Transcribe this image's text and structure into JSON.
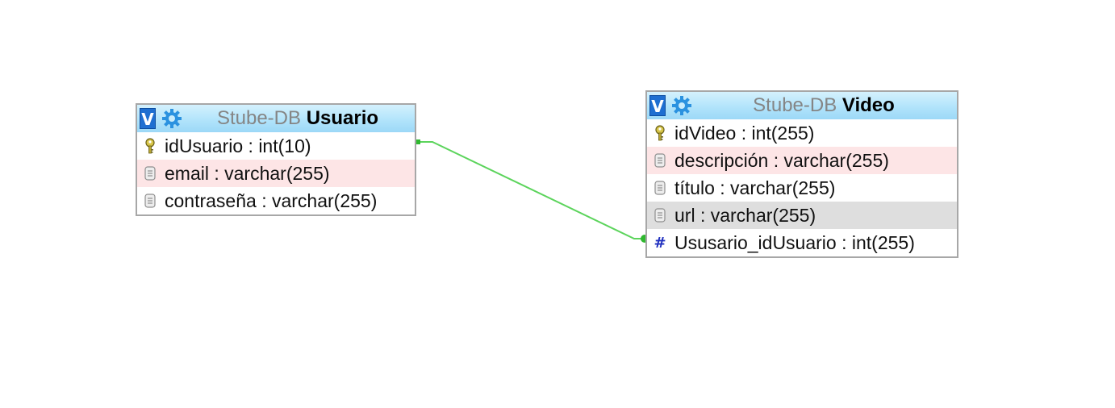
{
  "diagram": {
    "tables": [
      {
        "id": "usuario",
        "schema": "Stube-DB",
        "name": "Usuario",
        "toggle_label": "V",
        "columns": [
          {
            "text": "idUsuario : int(10)",
            "icon": "key-icon",
            "highlight": "none"
          },
          {
            "text": "email : varchar(255)",
            "icon": "column-icon",
            "highlight": "pink"
          },
          {
            "text": "contraseña : varchar(255)",
            "icon": "column-icon",
            "highlight": "none"
          }
        ]
      },
      {
        "id": "video",
        "schema": "Stube-DB",
        "name": "Video",
        "toggle_label": "V",
        "columns": [
          {
            "text": "idVideo : int(255)",
            "icon": "key-icon",
            "highlight": "none"
          },
          {
            "text": "descripción : varchar(255)",
            "icon": "column-icon",
            "highlight": "pink"
          },
          {
            "text": "título : varchar(255)",
            "icon": "column-icon",
            "highlight": "none"
          },
          {
            "text": "url : varchar(255)",
            "icon": "column-icon",
            "highlight": "grey"
          },
          {
            "text": "Ususario_idUsuario : int(255)",
            "icon": "foreign-key-icon",
            "highlight": "none"
          }
        ]
      }
    ],
    "relations": [
      {
        "from": "Usuario.idUsuario",
        "to": "Video.Ususario_idUsuario",
        "color": "#5cd45c"
      }
    ],
    "colors": {
      "header": "#b2e4fb",
      "pink_row": "#fde5e6",
      "grey_row": "#dedede",
      "border": "#a7a7a7",
      "relation": "#5cd45c"
    }
  }
}
